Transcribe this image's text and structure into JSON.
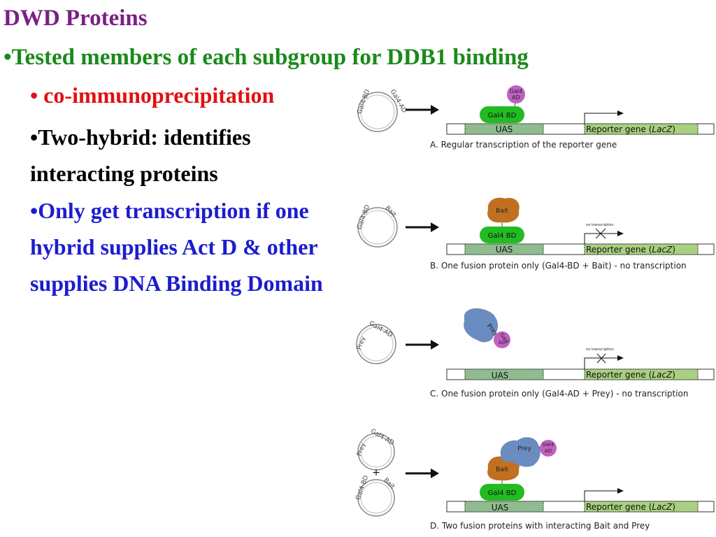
{
  "slide": {
    "title": "DWD Proteins",
    "bullet_marker": "•",
    "bullet1": "Tested members of each subgroup for DDB1 binding",
    "bullet2": "co-immunoprecipitation",
    "bullet3": "Two-hybrid: identifies interacting proteins",
    "bullet4": "Only get transcription if one hybrid supplies Act D & other supplies DNA Binding Domain"
  },
  "diagram": {
    "labels": {
      "gal4_bd": "Gal4 BD",
      "gal4_ad_line1": "Gal4",
      "gal4_ad_line2": "AD",
      "uas": "UAS",
      "reporter_prefix": "Reporter gene (",
      "reporter_gene": "LacZ",
      "reporter_suffix": ")",
      "bait": "Bait",
      "prey": "Prey",
      "no_transcription": "no transcription",
      "plus": "+",
      "plasmid_gal4_bd": "Gal4-BD",
      "plasmid_gal4_ad": "Gal4-AD",
      "plasmid_bait": "Bait",
      "plasmid_prey": "Prey"
    },
    "captions": {
      "a": "A. Regular transcription of the reporter gene",
      "b": "B. One fusion protein only (Gal4-BD + Bait) - no transcription",
      "c": "C. One fusion protein only (Gal4-AD + Prey) - no transcription",
      "d": "D. Two fusion proteins with interacting Bait and Prey"
    },
    "colors": {
      "gal4_bd": "#22bb22",
      "gal4_ad": "#c060c0",
      "bait": "#c07020",
      "prey": "#6a8cc0",
      "uas": "#8fbc8f",
      "reporter": "#a8d080"
    }
  }
}
